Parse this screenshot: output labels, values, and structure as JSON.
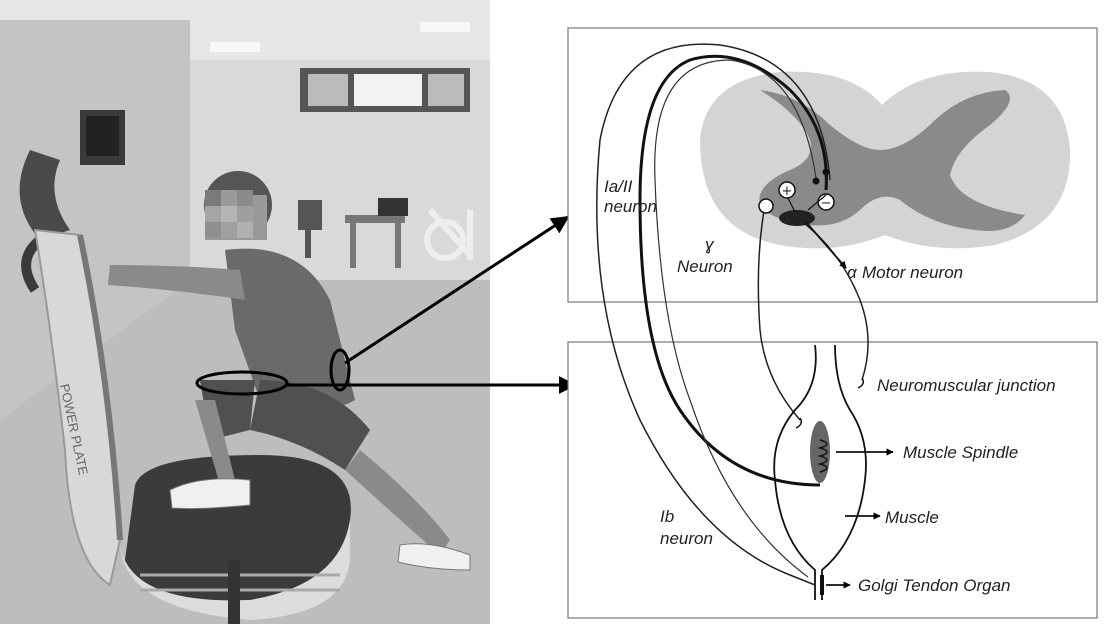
{
  "photo": {
    "device_brand": "POWER PLATE"
  },
  "diagram": {
    "labels": {
      "ia_ii_line1": "Ia/II",
      "ia_ii_line2": "neuron",
      "gamma_symbol": "ɣ",
      "gamma_neuron": "Neuron",
      "alpha_symbol": "α",
      "alpha_motor": "Motor neuron",
      "neuromuscular": "Neuromuscular junction",
      "muscle_spindle": "Muscle Spindle",
      "muscle": "Muscle",
      "ib_line1": "Ib",
      "ib_line2": "neuron",
      "golgi": "Golgi Tendon Organ",
      "plus": "+",
      "minus": "−"
    }
  }
}
